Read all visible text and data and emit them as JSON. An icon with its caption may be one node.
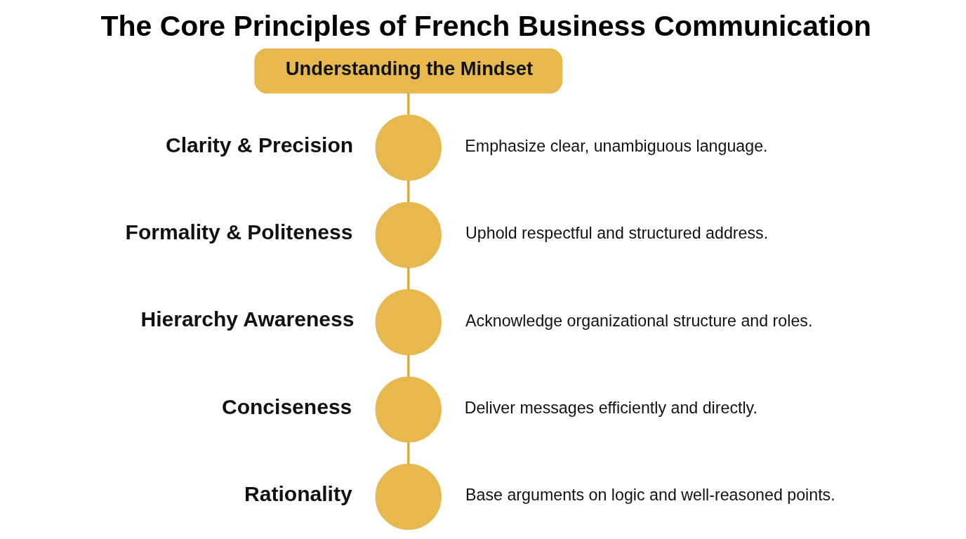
{
  "diagram": {
    "title": "The Core Principles of French Business Communication",
    "nodes": [
      {
        "text": [
          "Understanding the Mindset"
        ]
      },
      {
        "text": [],
        "shape": "circle",
        "beside": [
          "Clarity & Precision",
          "Emphasize clear, unambiguous language."
        ]
      },
      {
        "text": [],
        "shape": "circle",
        "beside": [
          "Formality & Politeness",
          "Uphold respectful and structured address."
        ]
      },
      {
        "text": [],
        "shape": "circle",
        "beside": [
          "Hierarchy Awareness",
          "Acknowledge organizational structure and roles."
        ]
      },
      {
        "text": [],
        "shape": "circle",
        "beside": [
          "Conciseness",
          "Deliver messages efficiently and directly."
        ]
      },
      {
        "text": [],
        "shape": "circle",
        "beside": [
          "Rationality",
          "Base arguments on logic and well-reasoned points."
        ]
      }
    ],
    "edges": [
      {
        "from": 0,
        "to": 1,
        "arrow": "none"
      },
      {
        "from": 1,
        "to": 2,
        "arrow": "none"
      },
      {
        "from": 2,
        "to": 3,
        "arrow": "none"
      },
      {
        "from": 3,
        "to": 4,
        "arrow": "none"
      },
      {
        "from": 4,
        "to": 5,
        "arrow": "none"
      }
    ]
  }
}
